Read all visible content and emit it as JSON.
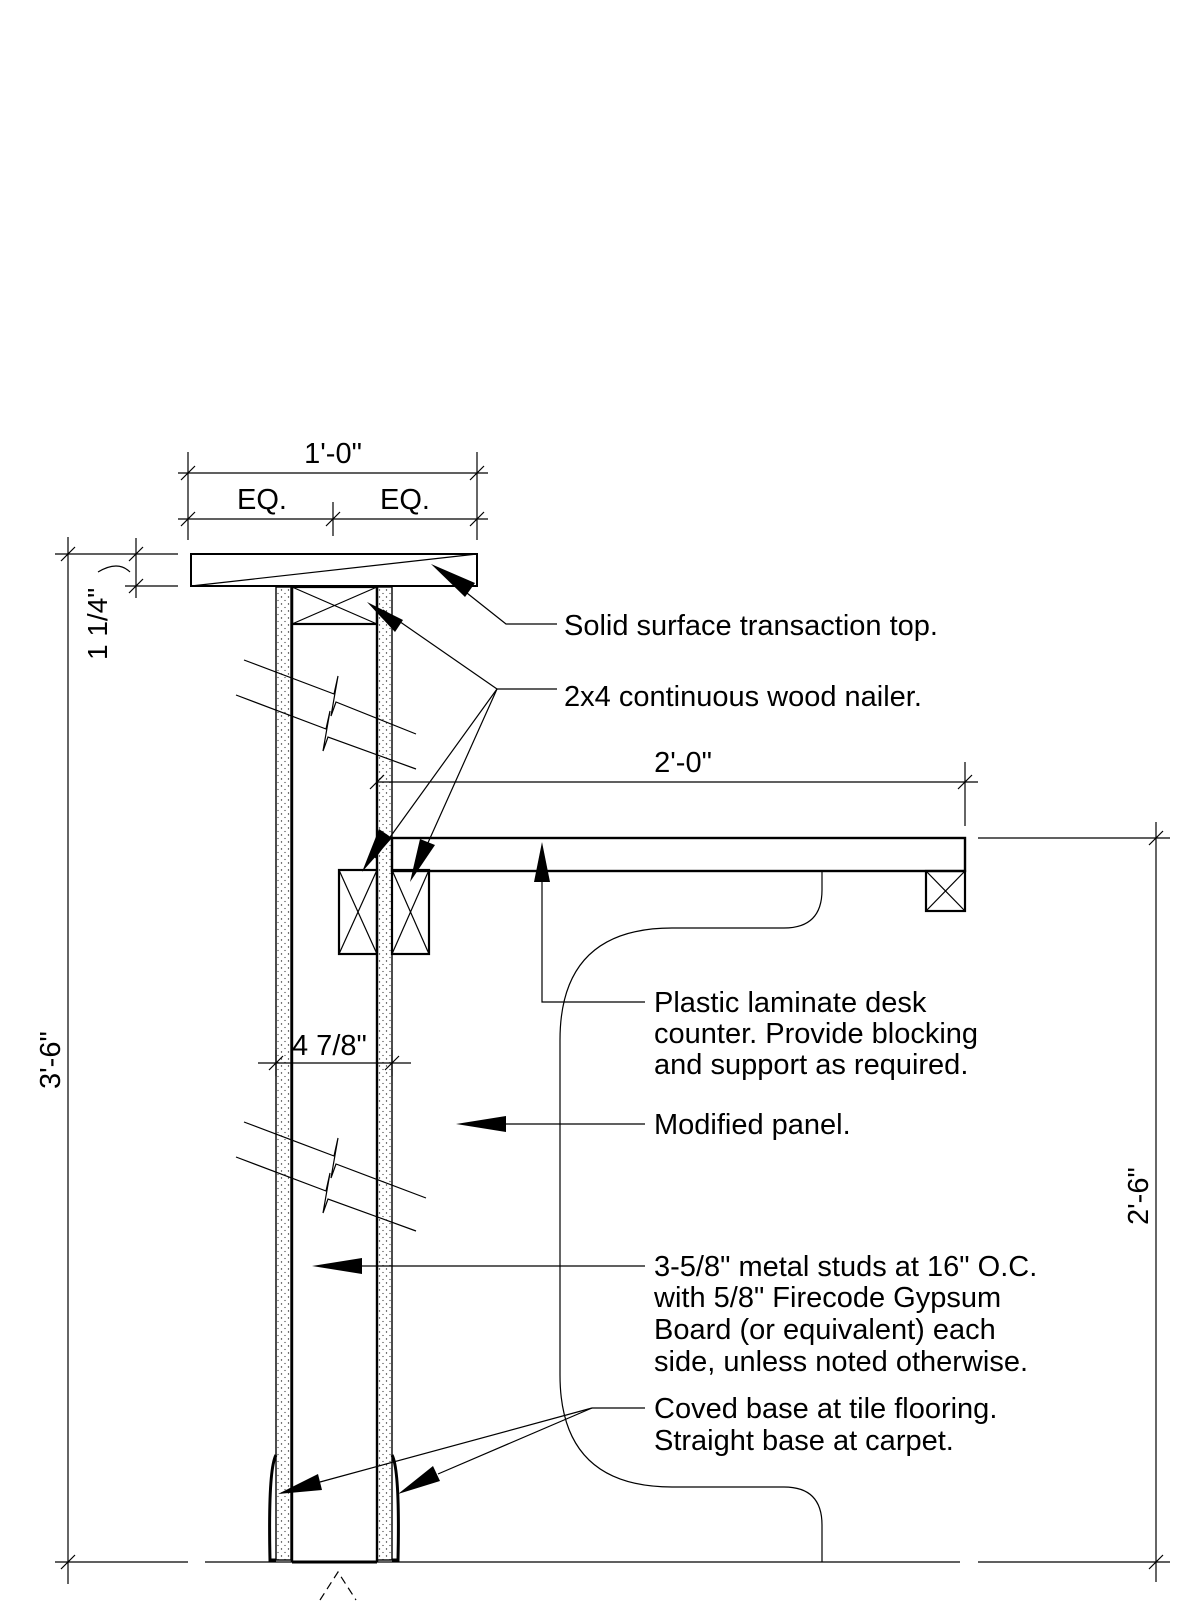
{
  "dimensions": {
    "overall_width": "1'-0\"",
    "eq_left": "EQ.",
    "eq_right": "EQ.",
    "top_thickness": "1 1/4\"",
    "overall_height": "3'-6\"",
    "counter_depth": "2'-0\"",
    "counter_height": "2'-6\"",
    "wall_thickness": "4 7/8\""
  },
  "notes": [
    {
      "lines": [
        "Solid surface transaction top."
      ]
    },
    {
      "lines": [
        "2x4 continuous wood nailer."
      ]
    },
    {
      "lines": [
        "Plastic laminate desk",
        "counter. Provide blocking",
        "and support as required."
      ]
    },
    {
      "lines": [
        "Modified panel."
      ]
    },
    {
      "lines": [
        "3-5/8\" metal studs at 16\" O.C.",
        "with 5/8\" Firecode Gypsum",
        "Board (or equivalent) each",
        "side, unless noted otherwise."
      ]
    },
    {
      "lines": [
        "Coved base at tile flooring.",
        "Straight base at carpet."
      ]
    }
  ]
}
